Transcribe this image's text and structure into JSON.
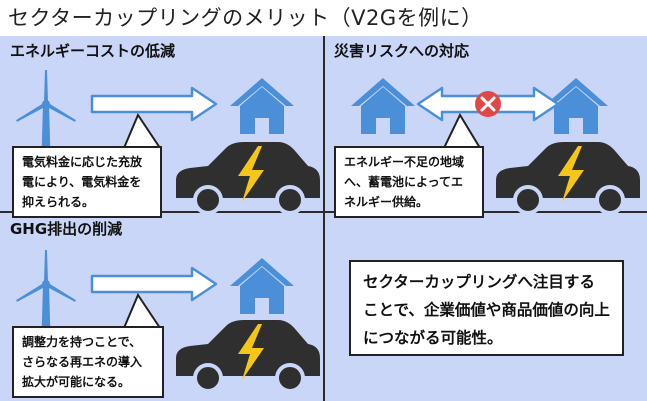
{
  "title": "セクターカップリングのメリット（V2Gを例に）",
  "quadrants": [
    {
      "id": "q1",
      "title": "エネルギーコストの低減",
      "callout": "電気料金に応じた充放\n電により、電気料金を\n抑えられる。"
    },
    {
      "id": "q2",
      "title": "災害リスクへの対応",
      "callout": "エネルギー不足の地域\nへ、蓄電池によってエ\nネルギー供給。"
    },
    {
      "id": "q3",
      "title": "GHG排出の削減",
      "callout": "調整力を持つことで、\nさらなる再エネの導入\n拡大が可能になる。"
    }
  ],
  "note": "セクターカップリングへ注目することで、企業価値や商品価値の向上につながる可能性。",
  "colors": {
    "background": "#c9d6f7",
    "icon_blue": "#4b8fd8",
    "car": "#2f2f2f",
    "bolt": "#f5c518",
    "cross": "#e04848"
  },
  "icons": [
    "wind-turbine-icon",
    "arrow-right-icon",
    "house-icon",
    "ev-car-icon",
    "lightning-bolt-icon",
    "double-arrow-icon",
    "no-entry-icon"
  ]
}
